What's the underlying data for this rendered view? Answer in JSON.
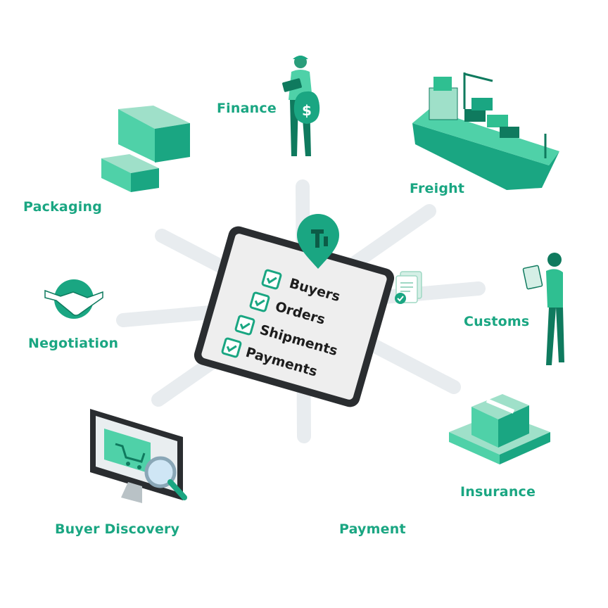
{
  "colors": {
    "accent": "#1aa682",
    "accent_light": "#4fd1a8",
    "accent_dark": "#0f7a5e",
    "spoke": "#e8ecef",
    "tablet_frame": "#2a2d30",
    "tablet_screen": "#eeeeee"
  },
  "labels": {
    "finance": "Finance",
    "freight": "Freight",
    "packaging": "Packaging",
    "customs": "Customs",
    "negotiation": "Negotiation",
    "insurance": "Insurance",
    "buyer_discovery": "Buyer Discovery",
    "payment": "Payment"
  },
  "checklist": [
    "Buyers",
    "Orders",
    "Shipments",
    "Payments"
  ],
  "icons": {
    "pin": "location-pin-icon",
    "documents": "documents-check-icon",
    "handshake": "handshake-icon",
    "monitor": "monitor-cart-icon",
    "magnifier": "magnifier-icon",
    "boxes": "boxes-icon",
    "ship": "cargo-ship-icon",
    "pallet": "pallet-box-icon",
    "finance_person": "person-money-bag-icon",
    "customs_person": "person-clipboard-icon"
  }
}
